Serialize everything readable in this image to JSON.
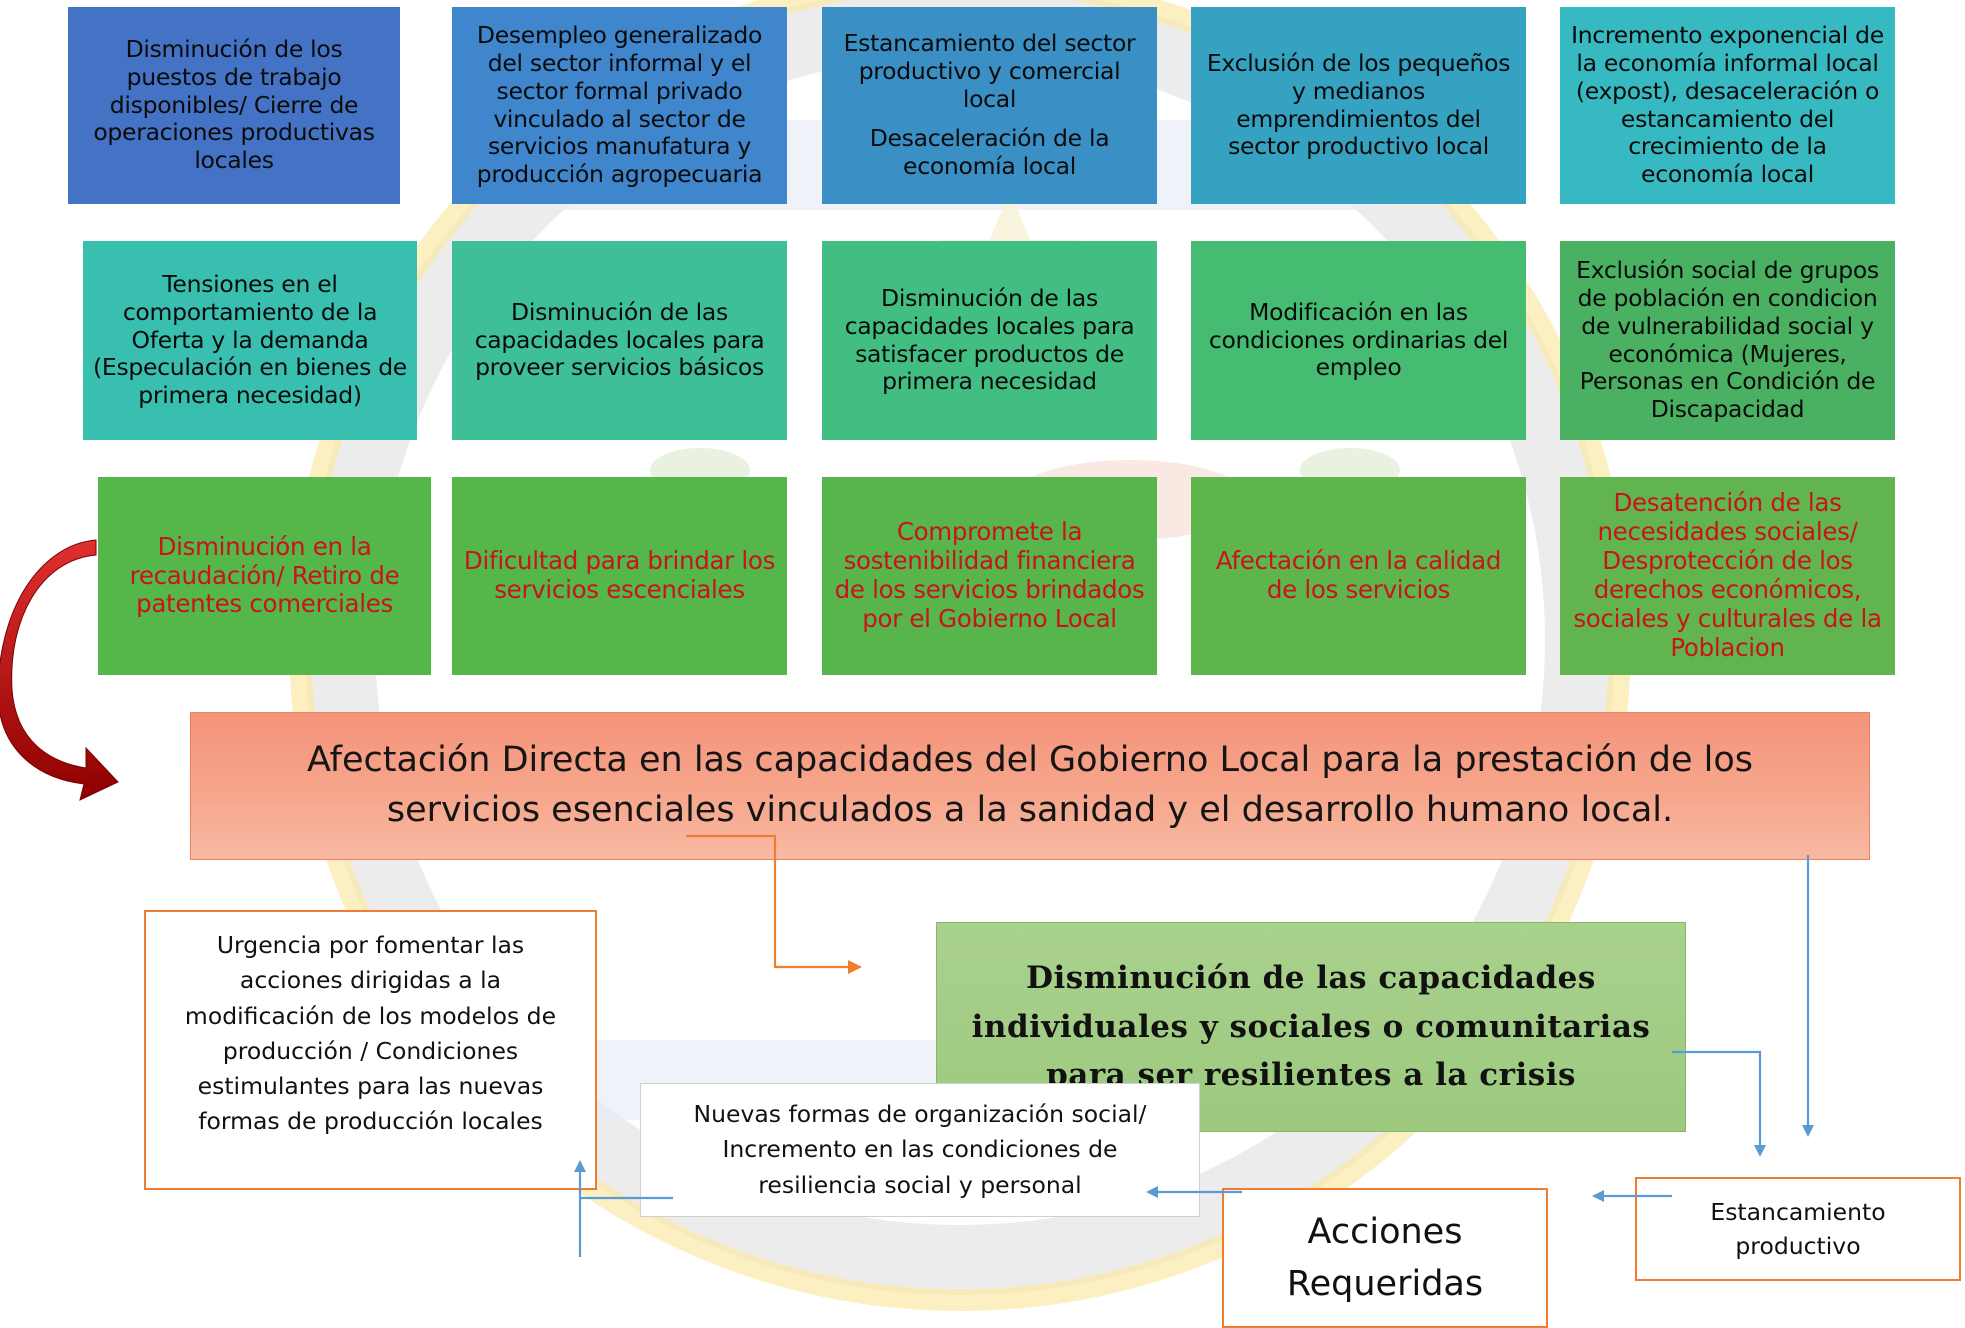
{
  "colors": {
    "row1": [
      "#4472c4",
      "#3f86cc",
      "#3a8fc4",
      "#36a2c2",
      "#37b9c1"
    ],
    "row2": [
      "#39bfb0",
      "#3ebf98",
      "#42be83",
      "#46bb72",
      "#4ab162"
    ],
    "row3": [
      "#55b64a",
      "#55b64a",
      "#58b54b",
      "#5db54c",
      "#62b54e"
    ],
    "red_text": "#c8141b",
    "banner": "#f4937a",
    "resilience_box": "#a9d18e",
    "orange_border": "#ed7d31",
    "blue_arrow": "#5b9bd5",
    "curved_arrow": "#c00000"
  },
  "rows": [
    [
      {
        "text": "Disminución de los puestos de trabajo disponibles/ Cierre de operaciones productivas locales"
      },
      {
        "text": "Desempleo generalizado del sector informal y el sector formal privado vinculado al sector de servicios manufatura y producción agropecuaria"
      },
      {
        "text": "Estancamiento del sector productivo y comercial local",
        "sub": "Desaceleración de la economía local"
      },
      {
        "text": "Exclusión de los pequeños y medianos emprendimientos del sector productivo local"
      },
      {
        "text": "Incremento exponencial de la economía informal local (expost), desaceleración o estancamiento del crecimiento de la economía local"
      }
    ],
    [
      {
        "text": "Tensiones en el comportamiento de la Oferta y la demanda (Especulación en bienes de primera necesidad)"
      },
      {
        "text": "Disminución de las capacidades locales para proveer servicios básicos"
      },
      {
        "text": "Disminución de las capacidades locales para satisfacer productos de primera necesidad"
      },
      {
        "text": "Modificación en las condiciones ordinarias del empleo"
      },
      {
        "text": "Exclusión social de grupos de población en condicion de vulnerabilidad social y económica (Mujeres, Personas en Condición de Discapacidad"
      }
    ],
    [
      {
        "text": "Disminución en la recaudación/ Retiro de patentes comerciales"
      },
      {
        "text": "Dificultad para brindar los servicios escenciales"
      },
      {
        "text": "Compromete la sostenibilidad financiera de los servicios brindados por el Gobierno Local"
      },
      {
        "text": "Afectación en la calidad de los servicios"
      },
      {
        "text": "Desatención de las necesidades sociales/ Desprotección de los derechos económicos, sociales y culturales de la Poblacion"
      }
    ]
  ],
  "banner": "Afectación Directa en las capacidades del Gobierno Local para la prestación de los servicios esenciales vinculados a la sanidad y el desarrollo humano local.",
  "resilience": "Disminución de las capacidades individuales y sociales o comunitarias para ser resilientes a la crisis",
  "urgencia": "Urgencia por fomentar  las acciones dirigidas a la modificación de los modelos de producción / Condiciones estimulantes para las nuevas formas de producción locales",
  "nuevas_formas": "Nuevas formas de organización social/ Incremento en las condiciones de resiliencia social y personal",
  "acciones": "Acciones Requeridas",
  "estancamiento": "Estancamiento productivo"
}
